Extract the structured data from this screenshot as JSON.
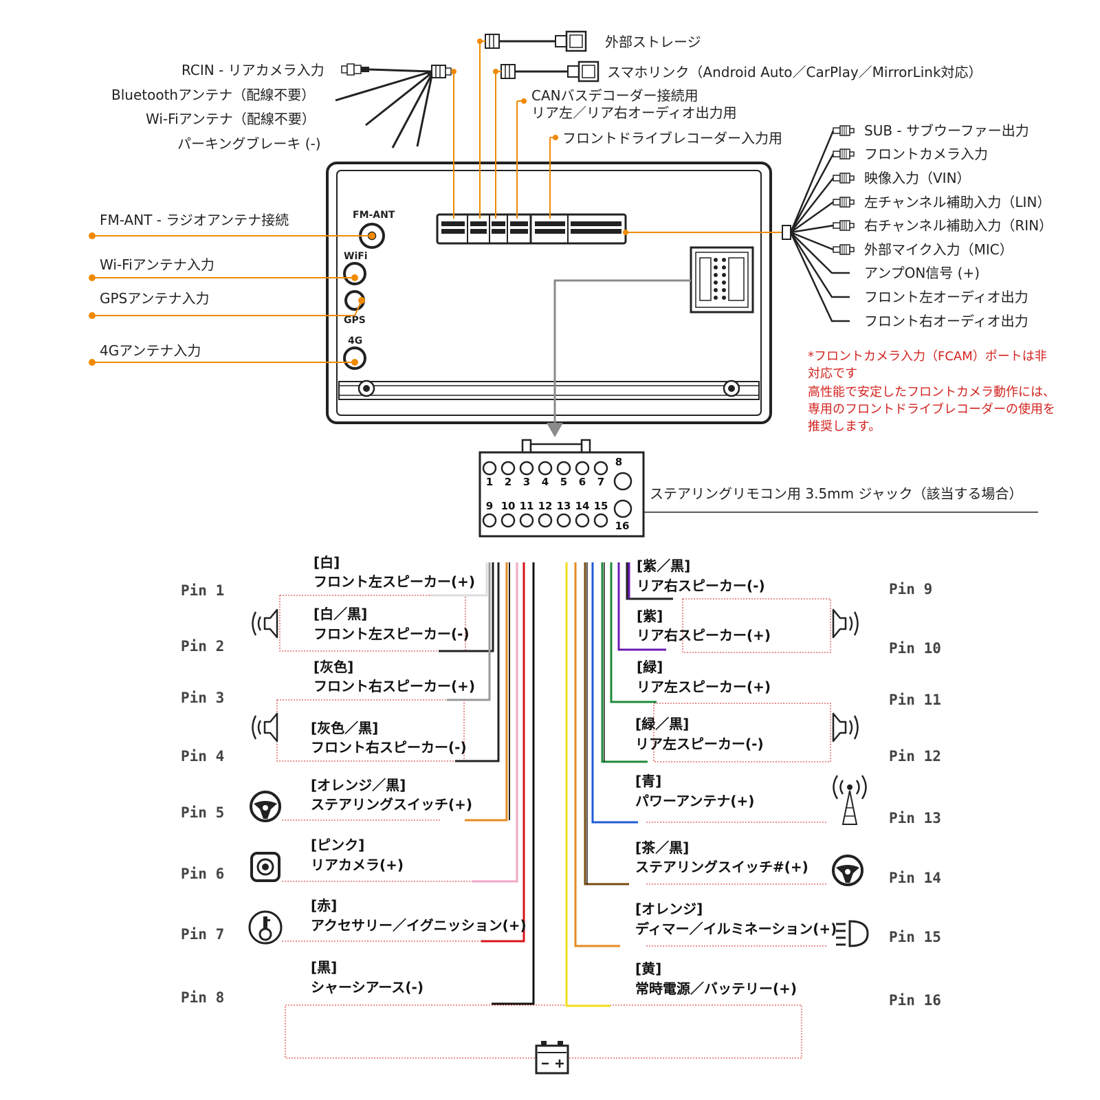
{
  "top_left_wires": [
    "RCIN - リアカメラ入力",
    "Bluetoothアンテナ（配線不要）",
    "Wi-Fiアンテナ（配線不要）",
    "パーキングブレーキ (-)"
  ],
  "top_connectors": {
    "storage": "外部ストレージ",
    "phonelink": "スマホリンク（Android Auto／CarPlay／MirrorLink対応）",
    "canbus_line1": "CANバスデコーダー接続用",
    "canbus_line2": "リア左／リア右オーディオ出力用",
    "dashcam": "フロントドライブレコーダー入力用"
  },
  "left_antennas": [
    "FM-ANT - ラジオアンテナ接続",
    "Wi-Fiアンテナ入力",
    "GPSアンテナ入力",
    "4Gアンテナ入力"
  ],
  "port_labels": {
    "fm": "FM-ANT",
    "wifi": "WiFi",
    "gps": "GPS",
    "g4": "4G"
  },
  "right_rca": [
    "SUB - サブウーファー出力",
    "フロントカメラ入力",
    "映像入力（VIN）",
    "左チャンネル補助入力（LIN）",
    "右チャンネル補助入力（RIN）",
    "外部マイク入力（MIC）"
  ],
  "right_wires": [
    "アンプON信号 (+)",
    "フロント左オーディオ出力",
    "フロント右オーディオ出力"
  ],
  "note": {
    "line1": "*フロントカメラ入力（FCAM）ポートは非",
    "line2": "対応です",
    "line3": "高性能で安定したフロントカメラ動作には、",
    "line4": "専用のフロントドライブレコーダーの使用を",
    "line5": "推奨します。"
  },
  "connector": {
    "top_numbers": [
      "1",
      "2",
      "3",
      "4",
      "5",
      "6",
      "7",
      "8"
    ],
    "bottom_numbers": [
      "9",
      "10",
      "11",
      "12",
      "13",
      "14",
      "15",
      "16"
    ],
    "jack_label": "ステアリングリモコン用 3.5mm ジャック（該当する場合）"
  },
  "pins_left": [
    {
      "pin": "Pin 1",
      "color": "[白]",
      "func": "フロント左スピーカー(+)"
    },
    {
      "pin": "Pin 2",
      "color": "[白／黒]",
      "func": "フロント左スピーカー(-)"
    },
    {
      "pin": "Pin 3",
      "color": "[灰色]",
      "func": "フロント右スピーカー(+)"
    },
    {
      "pin": "Pin 4",
      "color": "[灰色／黒]",
      "func": "フロント右スピーカー(-)"
    },
    {
      "pin": "Pin 5",
      "color": "[オレンジ／黒]",
      "func": "ステアリングスイッチ(+)"
    },
    {
      "pin": "Pin 6",
      "color": "[ピンク]",
      "func": "リアカメラ(+)"
    },
    {
      "pin": "Pin 7",
      "color": "[赤]",
      "func": "アクセサリー／イグニッション(+)"
    },
    {
      "pin": "Pin 8",
      "color": "[黒]",
      "func": "シャーシアース(-)"
    }
  ],
  "pins_right": [
    {
      "pin": "Pin 9",
      "color": "[紫／黒]",
      "func": "リア右スピーカー(-)"
    },
    {
      "pin": "Pin 10",
      "color": "[紫]",
      "func": "リア右スピーカー(+)"
    },
    {
      "pin": "Pin 11",
      "color": "[緑]",
      "func": "リア左スピーカー(+)"
    },
    {
      "pin": "Pin 12",
      "color": "[緑／黒]",
      "func": "リア左スピーカー(-)"
    },
    {
      "pin": "Pin 13",
      "color": "[青]",
      "func": "パワーアンテナ(+)"
    },
    {
      "pin": "Pin 14",
      "color": "[茶／黒]",
      "func": "ステアリングスイッチ#(+)"
    },
    {
      "pin": "Pin 15",
      "color": "[オレンジ]",
      "func": "ディマー／イルミネーション(+)"
    },
    {
      "pin": "Pin 16",
      "color": "[黄]",
      "func": "常時電源／バッテリー(+)"
    }
  ],
  "colors": {
    "accent": "#f08a00",
    "note_red": "#d2231f",
    "white_wire": "#dddddd",
    "gray_wire": "#999999",
    "orange_wire": "#e58a1f",
    "pink_wire": "#f2a7c6",
    "red_wire": "#d9121b",
    "black_wire": "#111111",
    "purple_wire": "#6a1bb0",
    "green_wire": "#1e8a3a",
    "blue_wire": "#1f5bd6",
    "brown_wire": "#7a4a12",
    "yellow_wire": "#f2dc1a"
  }
}
